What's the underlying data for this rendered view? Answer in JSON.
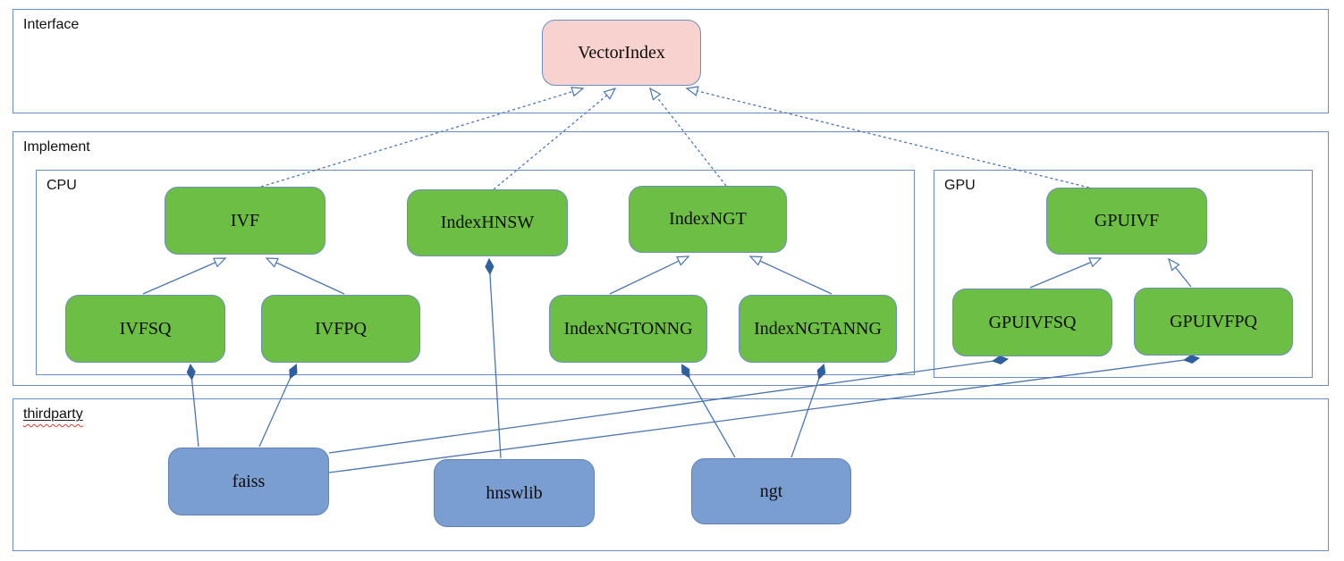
{
  "diagram": {
    "sections": {
      "interface": {
        "label": "Interface"
      },
      "implement": {
        "label": "Implement"
      },
      "cpu": {
        "label": "CPU"
      },
      "gpu": {
        "label": "GPU"
      },
      "thirdparty": {
        "label": "thirdparty"
      }
    },
    "nodes": {
      "vectorindex": {
        "label": "VectorIndex",
        "kind": "interface"
      },
      "ivf": {
        "label": "IVF",
        "kind": "implementation-cpu"
      },
      "indexhnsw": {
        "label": "IndexHNSW",
        "kind": "implementation-cpu"
      },
      "indexngt": {
        "label": "IndexNGT",
        "kind": "implementation-cpu"
      },
      "gpuivf": {
        "label": "GPUIVF",
        "kind": "implementation-gpu"
      },
      "ivfsq": {
        "label": "IVFSQ",
        "kind": "implementation-cpu"
      },
      "ivfpq": {
        "label": "IVFPQ",
        "kind": "implementation-cpu"
      },
      "indexngtonng": {
        "label": "IndexNGTONNG",
        "kind": "implementation-cpu"
      },
      "indexngtanng": {
        "label": "IndexNGTANNG",
        "kind": "implementation-cpu"
      },
      "gpuivfsq": {
        "label": "GPUIVFSQ",
        "kind": "implementation-gpu"
      },
      "gpuivfpq": {
        "label": "GPUIVFPQ",
        "kind": "implementation-gpu"
      },
      "faiss": {
        "label": "faiss",
        "kind": "thirdparty-library"
      },
      "hnswlib": {
        "label": "hnswlib",
        "kind": "thirdparty-library"
      },
      "ngt": {
        "label": "ngt",
        "kind": "thirdparty-library"
      }
    },
    "edges": [
      {
        "source": "IVF",
        "target": "VectorIndex",
        "type": "realization",
        "style": "dashed, hollow arrowhead at target"
      },
      {
        "source": "IndexHNSW",
        "target": "VectorIndex",
        "type": "realization",
        "style": "dashed, hollow arrowhead at target"
      },
      {
        "source": "IndexNGT",
        "target": "VectorIndex",
        "type": "realization",
        "style": "dashed, hollow arrowhead at target"
      },
      {
        "source": "GPUIVF",
        "target": "VectorIndex",
        "type": "realization",
        "style": "dashed, hollow arrowhead at target"
      },
      {
        "source": "IVFSQ",
        "target": "IVF",
        "type": "generalization",
        "style": "solid, hollow arrowhead at target"
      },
      {
        "source": "IVFPQ",
        "target": "IVF",
        "type": "generalization",
        "style": "solid, hollow arrowhead at target"
      },
      {
        "source": "IndexNGTONNG",
        "target": "IndexNGT",
        "type": "generalization",
        "style": "solid, hollow arrowhead at target"
      },
      {
        "source": "IndexNGTANNG",
        "target": "IndexNGT",
        "type": "generalization",
        "style": "solid, hollow arrowhead at target"
      },
      {
        "source": "GPUIVFSQ",
        "target": "GPUIVF",
        "type": "generalization",
        "style": "solid, hollow arrowhead at target"
      },
      {
        "source": "GPUIVFPQ",
        "target": "GPUIVF",
        "type": "generalization",
        "style": "solid, hollow arrowhead at target"
      },
      {
        "source": "faiss",
        "target": "IVFSQ",
        "type": "composition",
        "style": "solid, filled diamond at target"
      },
      {
        "source": "faiss",
        "target": "IVFPQ",
        "type": "composition",
        "style": "solid, filled diamond at target"
      },
      {
        "source": "faiss",
        "target": "GPUIVFSQ",
        "type": "composition",
        "style": "solid, filled diamond at target"
      },
      {
        "source": "faiss",
        "target": "GPUIVFPQ",
        "type": "composition",
        "style": "solid, filled diamond at target"
      },
      {
        "source": "hnswlib",
        "target": "IndexHNSW",
        "type": "composition",
        "style": "solid, filled diamond at target"
      },
      {
        "source": "ngt",
        "target": "IndexNGTONNG",
        "type": "composition",
        "style": "solid, filled diamond at target"
      },
      {
        "source": "ngt",
        "target": "IndexNGTANNG",
        "type": "composition",
        "style": "solid, filled diamond at target"
      }
    ],
    "colors": {
      "interface_node_fill": "#f8d2ce",
      "implementation_node_fill": "#6cbe45",
      "thirdparty_node_fill": "#7a9ed2",
      "node_border": "#6c8ebf",
      "section_border": "#6c8ebf",
      "connector_stroke": "#4a76ae",
      "diamond_fill": "#2e5f9e",
      "spellcheck_squiggle": "#d23f31",
      "label_text": "#0c0c0c"
    }
  }
}
